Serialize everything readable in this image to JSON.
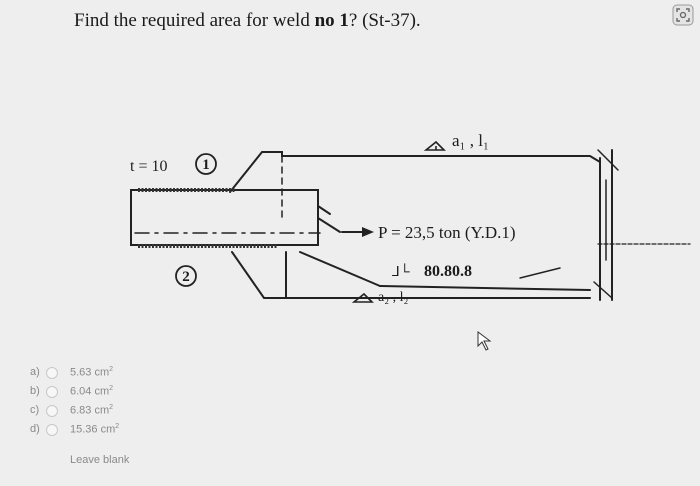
{
  "question": {
    "prefix": "Find the required area for weld ",
    "bold": "no 1",
    "suffix": "? (St-37)."
  },
  "figure": {
    "thickness_label": "t = 10",
    "weld_1_number": "1",
    "weld_2_number": "2",
    "weld_1_symbol": "a₁ , l₁",
    "weld_2_symbol": "a₂ , l₂",
    "load_label": "P = 23,5 ton (Y.D.1)",
    "angle_label": "80.80.8",
    "angle_symbol": "⅃└"
  },
  "options": [
    {
      "letter": "a)",
      "value": "5.63 cm",
      "unit_power": "2"
    },
    {
      "letter": "b)",
      "value": "6.04 cm",
      "unit_power": "2"
    },
    {
      "letter": "c)",
      "value": "6.83 cm",
      "unit_power": "2"
    },
    {
      "letter": "d)",
      "value": "15.36 cm",
      "unit_power": "2"
    }
  ],
  "leave_blank": "Leave blank",
  "icons": {
    "corner": "scan-icon"
  },
  "colors": {
    "background": "#eeeeee",
    "ink": "#1c1c1c",
    "option_text": "#8a8a8a"
  }
}
